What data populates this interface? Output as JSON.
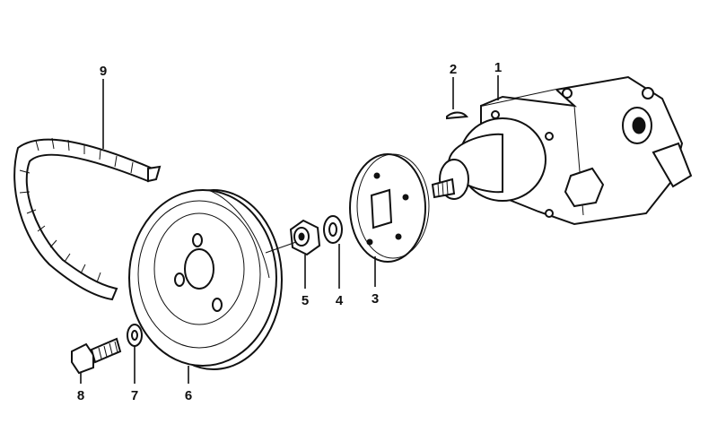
{
  "diagram": {
    "callouts": [
      {
        "id": "1",
        "label": "1"
      },
      {
        "id": "2",
        "label": "2"
      },
      {
        "id": "3",
        "label": "3"
      },
      {
        "id": "4",
        "label": "4"
      },
      {
        "id": "5",
        "label": "5"
      },
      {
        "id": "6",
        "label": "6"
      },
      {
        "id": "7",
        "label": "7"
      },
      {
        "id": "8",
        "label": "8"
      },
      {
        "id": "9",
        "label": "9"
      }
    ],
    "colors": {
      "ink": "#111111",
      "paper": "#ffffff"
    }
  }
}
